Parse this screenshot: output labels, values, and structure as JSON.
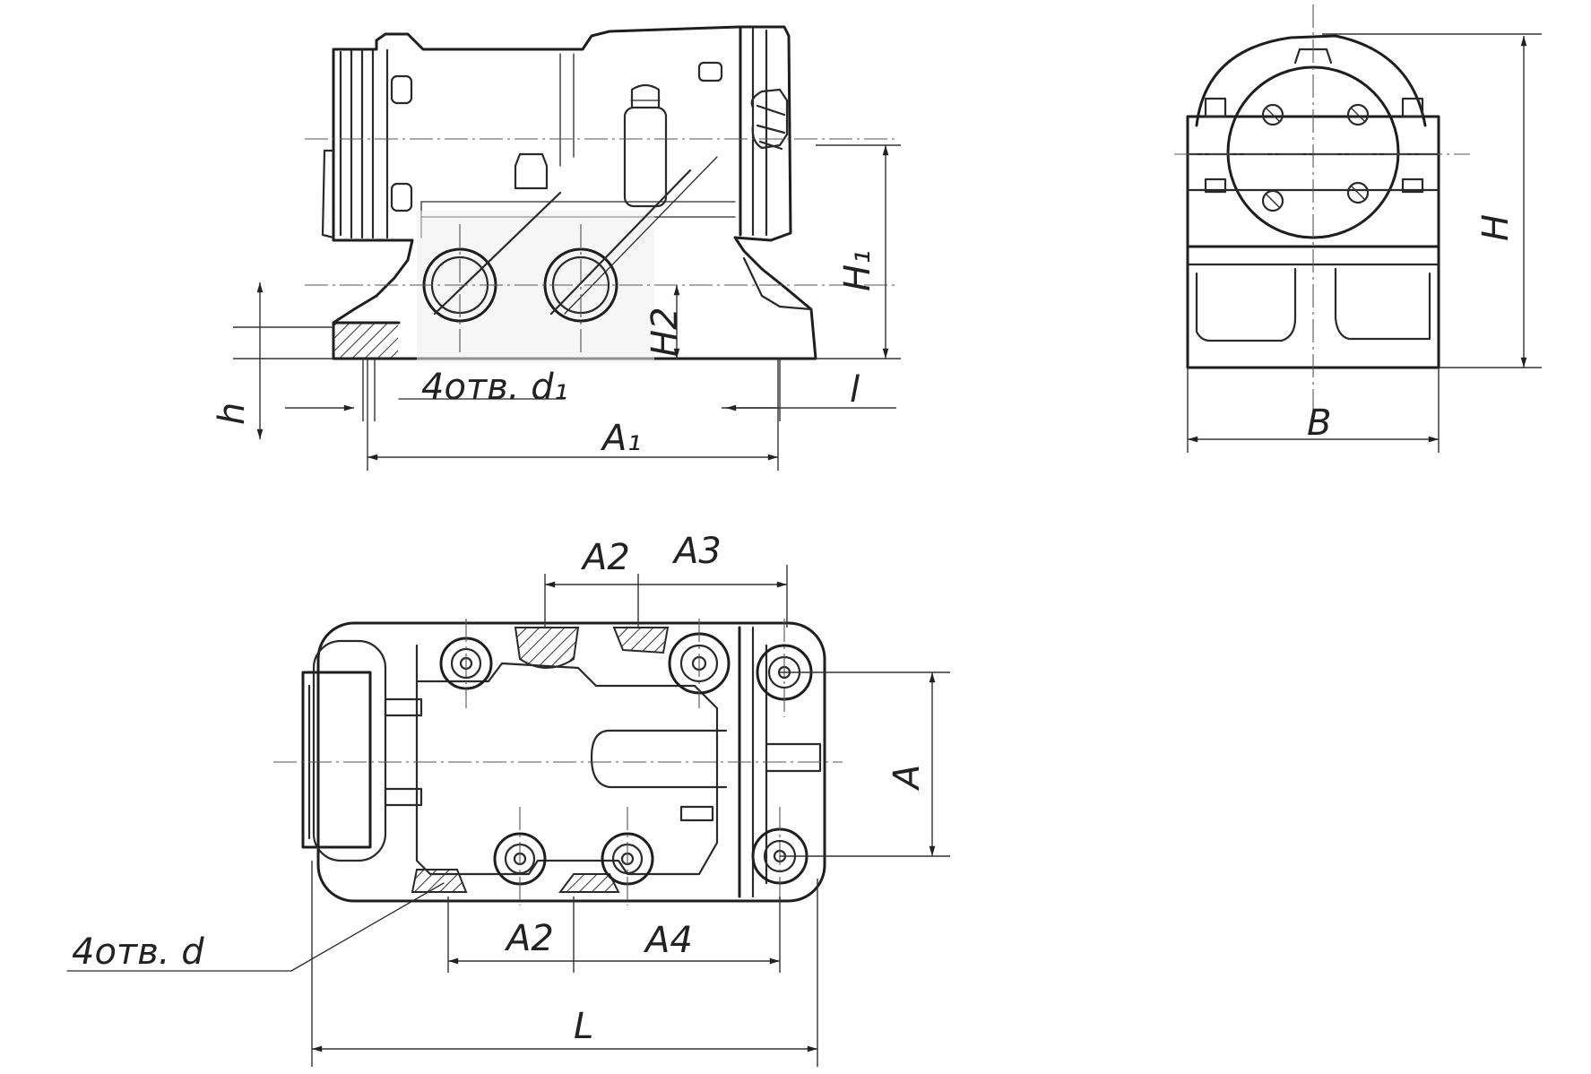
{
  "labels": {
    "h": "h",
    "h1": "H₁",
    "h2": "H2",
    "holes_d1": "4отв. d₁",
    "l": "l",
    "a1": "A₁",
    "H": "H",
    "B": "B",
    "a2_top": "A2",
    "a3": "A3",
    "A": "A",
    "a2_bottom": "A2",
    "a4": "A4",
    "holes_d": "4отв. d",
    "L": "L"
  }
}
